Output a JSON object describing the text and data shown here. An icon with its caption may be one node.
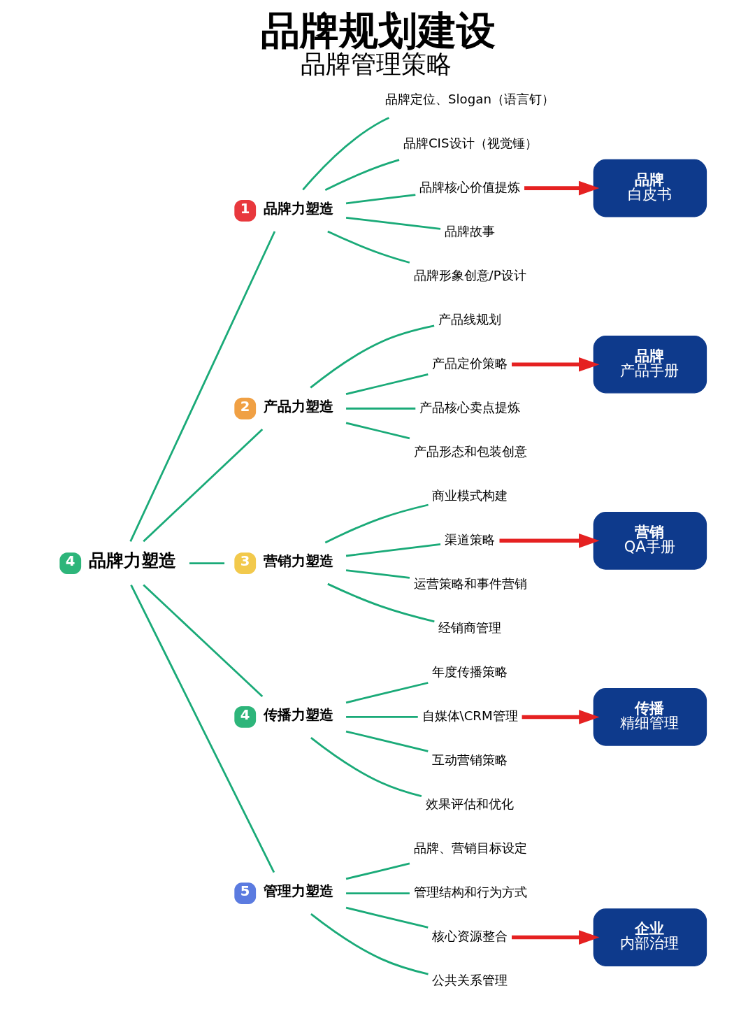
{
  "diagram": {
    "title": "品牌规划建设",
    "caption": "品牌管理策略",
    "nodes": [
      {
        "text": [
          "4",
          "品牌力塑造"
        ]
      },
      {
        "text": [
          "1",
          "品牌力塑造"
        ]
      },
      {
        "text": [
          "品牌定位、Slogan（语言钉）"
        ]
      },
      {
        "text": [
          "品牌CIS设计（视觉锤）"
        ]
      },
      {
        "text": [
          "品牌核心价值提炼"
        ]
      },
      {
        "text": [
          "品牌故事"
        ]
      },
      {
        "text": [
          "品牌形象创意/P设计"
        ]
      },
      {
        "text": [
          "品牌",
          "白皮书"
        ]
      },
      {
        "text": [
          "2",
          "产品力塑造"
        ]
      },
      {
        "text": [
          "产品线规划"
        ]
      },
      {
        "text": [
          "产品定价策略"
        ]
      },
      {
        "text": [
          "产品核心卖点提炼"
        ]
      },
      {
        "text": [
          "产品形态和包装创意"
        ]
      },
      {
        "text": [
          "品牌",
          "产品手册"
        ]
      },
      {
        "text": [
          "3",
          "营销力塑造"
        ]
      },
      {
        "text": [
          "商业模式构建"
        ]
      },
      {
        "text": [
          "渠道策略"
        ]
      },
      {
        "text": [
          "运营策略和事件营销"
        ]
      },
      {
        "text": [
          "经销商管理"
        ]
      },
      {
        "text": [
          "营销",
          "QA手册"
        ]
      },
      {
        "text": [
          "4",
          "传播力塑造"
        ]
      },
      {
        "text": [
          "年度传播策略"
        ]
      },
      {
        "text": [
          "自媒体\\CRM管理"
        ]
      },
      {
        "text": [
          "互动营销策略"
        ]
      },
      {
        "text": [
          "效果评估和优化"
        ]
      },
      {
        "text": [
          "传播",
          "精细管理"
        ]
      },
      {
        "text": [
          "5",
          "管理力塑造"
        ]
      },
      {
        "text": [
          "品牌、营销目标设定"
        ]
      },
      {
        "text": [
          "管理结构和行为方式"
        ]
      },
      {
        "text": [
          "核心资源整合"
        ]
      },
      {
        "text": [
          "公共关系管理"
        ]
      },
      {
        "text": [
          "企业",
          "内部治理"
        ]
      }
    ],
    "edges": [
      {
        "from": 0,
        "to": 1,
        "arrow": "none"
      },
      {
        "from": 0,
        "to": 8,
        "arrow": "none"
      },
      {
        "from": 0,
        "to": 14,
        "arrow": "none"
      },
      {
        "from": 0,
        "to": 20,
        "arrow": "none"
      },
      {
        "from": 0,
        "to": 26,
        "arrow": "none"
      },
      {
        "from": 1,
        "to": 2,
        "arrow": "none"
      },
      {
        "from": 1,
        "to": 3,
        "arrow": "none"
      },
      {
        "from": 1,
        "to": 4,
        "arrow": "none"
      },
      {
        "from": 1,
        "to": 5,
        "arrow": "none"
      },
      {
        "from": 1,
        "to": 6,
        "arrow": "none"
      },
      {
        "from": 4,
        "to": 7,
        "arrow": "to",
        "style": "thick",
        "color": "#e52121"
      },
      {
        "from": 8,
        "to": 9,
        "arrow": "none"
      },
      {
        "from": 8,
        "to": 10,
        "arrow": "none"
      },
      {
        "from": 8,
        "to": 11,
        "arrow": "none"
      },
      {
        "from": 8,
        "to": 12,
        "arrow": "none"
      },
      {
        "from": 10,
        "to": 13,
        "arrow": "to",
        "style": "thick",
        "color": "#e52121"
      },
      {
        "from": 14,
        "to": 15,
        "arrow": "none"
      },
      {
        "from": 14,
        "to": 16,
        "arrow": "none"
      },
      {
        "from": 14,
        "to": 17,
        "arrow": "none"
      },
      {
        "from": 14,
        "to": 18,
        "arrow": "none"
      },
      {
        "from": 16,
        "to": 19,
        "arrow": "to",
        "style": "thick",
        "color": "#e52121"
      },
      {
        "from": 20,
        "to": 21,
        "arrow": "none"
      },
      {
        "from": 20,
        "to": 22,
        "arrow": "none"
      },
      {
        "from": 20,
        "to": 23,
        "arrow": "none"
      },
      {
        "from": 20,
        "to": 24,
        "arrow": "none"
      },
      {
        "from": 22,
        "to": 25,
        "arrow": "to",
        "style": "thick",
        "color": "#e52121"
      },
      {
        "from": 26,
        "to": 27,
        "arrow": "none"
      },
      {
        "from": 26,
        "to": 28,
        "arrow": "none"
      },
      {
        "from": 26,
        "to": 29,
        "arrow": "none"
      },
      {
        "from": 26,
        "to": 30,
        "arrow": "none"
      },
      {
        "from": 29,
        "to": 31,
        "arrow": "to",
        "style": "thick",
        "color": "#e52121"
      }
    ]
  }
}
